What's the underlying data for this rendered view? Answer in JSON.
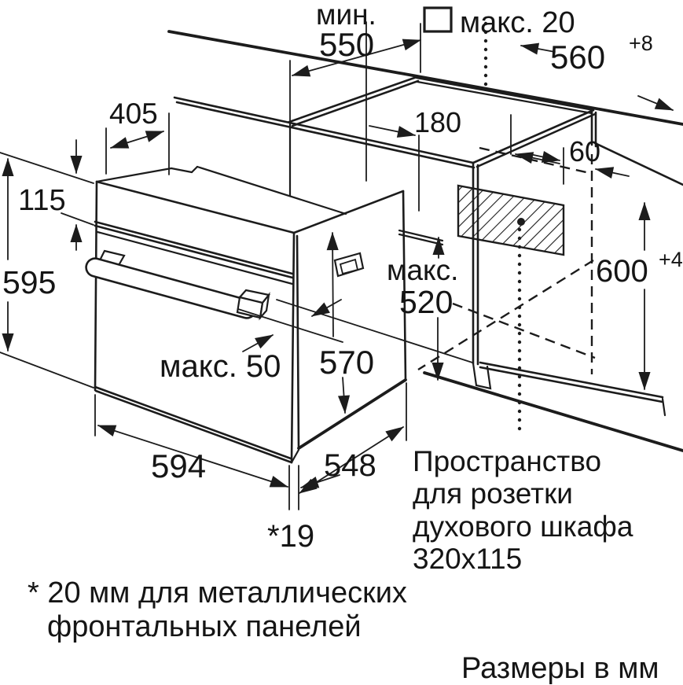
{
  "diagram": {
    "colors": {
      "line": "#1c1c1c",
      "background": "#ffffff"
    },
    "dims": {
      "counter_depth_prefix": "мин.",
      "counter_depth_value": "550",
      "front_frame_max": "макс. 20",
      "niche_width": "560",
      "niche_width_tol": "+8",
      "top_depth": "405",
      "panel_height": "115",
      "oven_height": "595",
      "socket_offset_left": "180",
      "socket_offset_right": "60",
      "inner_depth_prefix": "макс.",
      "inner_depth_value": "520",
      "niche_height": "600",
      "niche_height_tol": "+4",
      "body_height": "570",
      "handle_max": "макс. 50",
      "oven_width": "594",
      "oven_depth": "548",
      "door_protrusion": "*19"
    },
    "socket_note": [
      "Пространство",
      "для розетки",
      "духового шкафа",
      "320x115"
    ],
    "footnote": [
      "* 20 мм для металлических",
      "фронтальных панелей"
    ],
    "units_note": "Размеры в мм"
  }
}
